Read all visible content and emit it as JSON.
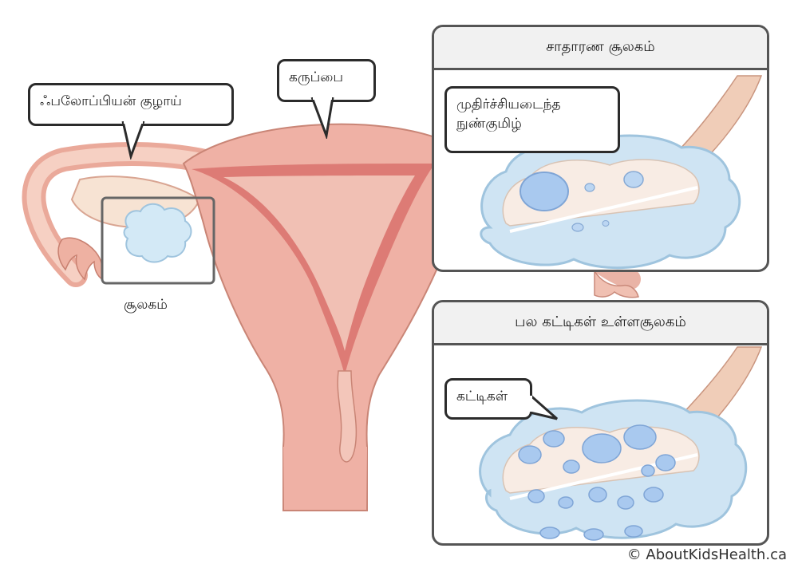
{
  "labels": {
    "fallopian_tube": "ஃபலோப்பியன் குழாய்",
    "uterus": "கருப்பை",
    "ovary": "சூலகம்"
  },
  "panels": {
    "normal": {
      "title": "சாதாரண சூலகம்",
      "callout_line1": "முதிர்ச்சியடைந்த",
      "callout_line2": "நுண்குமிழ்"
    },
    "polycystic": {
      "title": "பல கட்டிகள் உள்ளசூலகம்",
      "callout": "கட்டிகள்"
    }
  },
  "copyright": "© AboutKidsHealth.ca",
  "colors": {
    "uterus_fill": "#efb1a5",
    "uterus_inner": "#d9726c",
    "ovary_blue": "#cfe4f3",
    "cyst_blue": "#a9c9ef",
    "tube_fill": "#f2c6b6"
  }
}
